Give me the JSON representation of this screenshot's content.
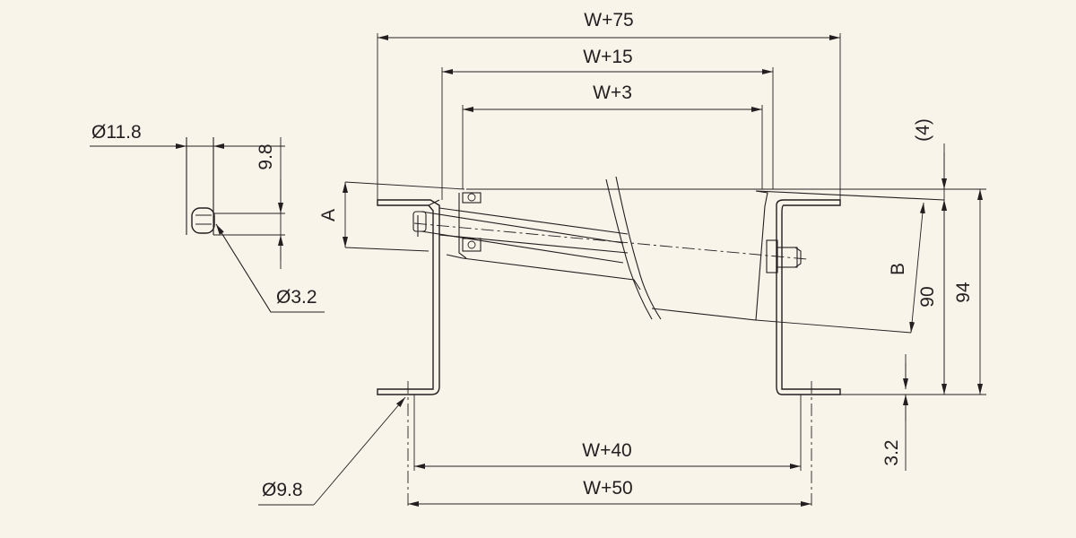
{
  "colors": {
    "line": "#231f20",
    "background": "#f8f4ea"
  },
  "dimensions": {
    "w75": "W+75",
    "w15": "W+15",
    "w3": "W+3",
    "w40": "W+40",
    "w50": "W+50",
    "dia_11_8": "Ø11.8",
    "dia_3_2": "Ø3.2",
    "dia_9_8": "Ø9.8",
    "h_9_8": "9.8",
    "a": "A",
    "b": "B",
    "paren_4": "(4)",
    "h_90": "90",
    "h_94": "94",
    "h_3_2": "3.2"
  }
}
